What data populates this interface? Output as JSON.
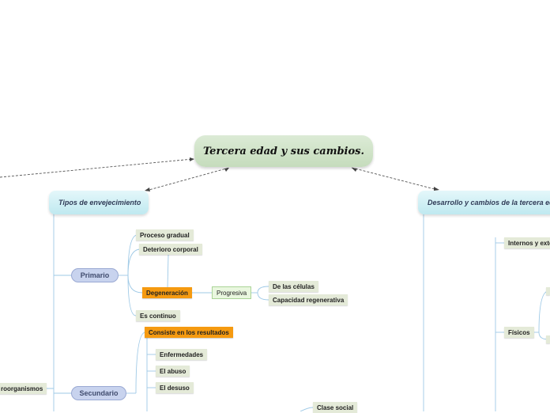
{
  "central": {
    "title": "Tercera edad y sus cambios."
  },
  "main_topics": {
    "left": "Tipos de envejecimiento",
    "right": "Desarrollo y cambios de la tercera ed"
  },
  "subtopics": {
    "primario": "Primario",
    "secundario": "Secundario"
  },
  "primario_items": {
    "proceso": "Proceso gradual",
    "deterioro": "Deterioro corporal",
    "degeneracion": "Degeneración",
    "progresiva": "Progresiva",
    "celulas": "De las células",
    "capacidad": "Capacidad regenerativa",
    "continuo": "Es continuo"
  },
  "secundario_items": {
    "consiste": "Consiste en los resultados",
    "enfermedades": "Enfermedades",
    "abuso": "El abuso",
    "desuso": "El desuso",
    "clase": "Clase social",
    "microorganismos": "roorganismos"
  },
  "right_items": {
    "internos": "Internos y exter",
    "fisicos": "Físicos"
  },
  "colors": {
    "central": "#c5dcbc",
    "main_topic": "#bfe9f0",
    "subtopic": "#c8d3ee",
    "leaf": "#e4ead8",
    "highlight": "#f59a10",
    "connector": "#9ec9e6",
    "dashed_link": "#555555"
  }
}
